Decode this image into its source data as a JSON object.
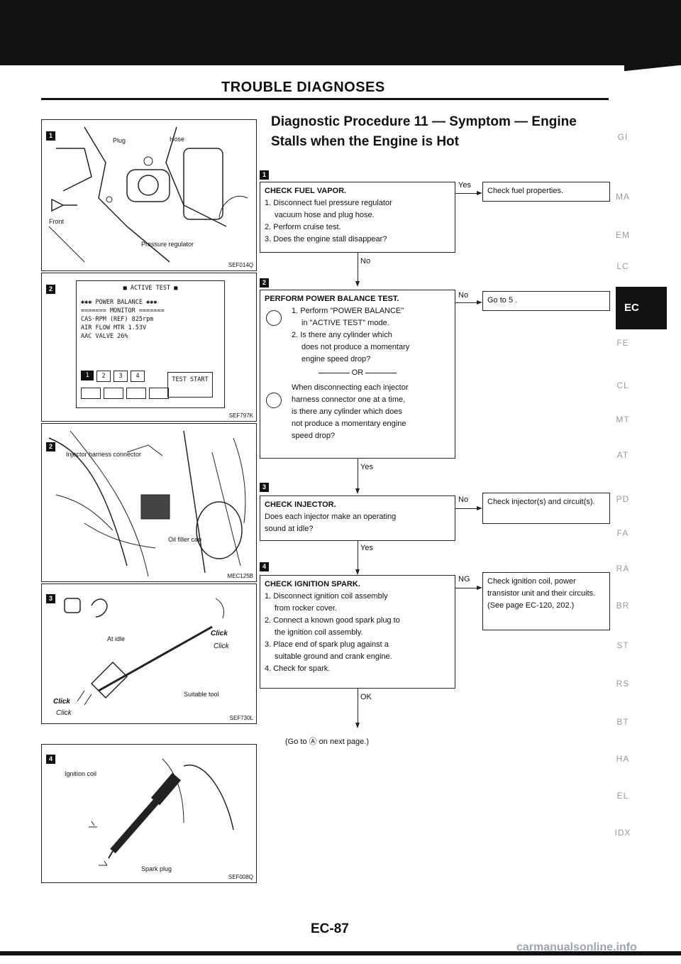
{
  "header": {
    "title": "TROUBLE DIAGNOSES"
  },
  "procedure": {
    "title": "Diagnostic Procedure 11 — Symptom — Engine Stalls when the Engine is Hot"
  },
  "figures": {
    "fig1": {
      "num": "1",
      "code": "SEF014Q",
      "labels": [
        "Plug",
        "Hose",
        "Front",
        "Pressure regulator"
      ]
    },
    "fig2": {
      "num": "2",
      "code": "SEF797K",
      "lines": [
        "■ ACTIVE TEST ■",
        "✱✱✱ POWER BALANCE ✱✱✱",
        "======= MONITOR =======",
        "CAS·RPM (REF)   825rpm",
        "AIR FLOW MTR   1.53V",
        "AAC VALVE      26%"
      ],
      "buttons": [
        "1",
        "2",
        "3",
        "4"
      ],
      "test_label": "TEST START"
    },
    "fig3": {
      "num": "2",
      "code": "MEC125B",
      "labels": [
        "Injector harness connector",
        "Oil filler cap"
      ]
    },
    "fig4": {
      "num": "3",
      "code": "SEF730L",
      "labels": [
        "At idle",
        "Suitable tool",
        "Click",
        "Click",
        "Click",
        "Click"
      ]
    },
    "fig5": {
      "num": "4",
      "code": "SEF008Q",
      "labels": [
        "Ignition coil",
        "Spark plug"
      ]
    }
  },
  "flow": {
    "step1": {
      "num": "1",
      "title": "CHECK FUEL VAPOR.",
      "lines": [
        "1. Disconnect fuel pressure regulator",
        "vacuum hose and plug hose.",
        "2. Perform cruise test.",
        "3. Does the engine stall disappear?"
      ],
      "yes_label": "Yes",
      "yes_result": "Check fuel properties.",
      "no_label": "No"
    },
    "step2": {
      "num": "2",
      "title": "PERFORM POWER BALANCE TEST.",
      "lines": [
        "1. Perform \"POWER BALANCE\"",
        "in \"ACTIVE TEST\" mode.",
        "2. Is there any cylinder which",
        "does not produce a momentary",
        "engine speed drop?"
      ],
      "or_label": "OR",
      "lines_b": [
        "When disconnecting each injector",
        "harness connector one at a time,",
        "is there any cylinder which does",
        "not produce a momentary engine",
        "speed drop?"
      ],
      "no_label": "No",
      "no_result": "Go to 5 .",
      "yes_label": "Yes"
    },
    "step3": {
      "num": "3",
      "title": "CHECK INJECTOR.",
      "lines": [
        "Does each injector make an operating",
        "sound at idle?"
      ],
      "no_label": "No",
      "no_result": "Check injector(s) and circuit(s).",
      "yes_label": "Yes"
    },
    "step4": {
      "num": "4",
      "title": "CHECK IGNITION SPARK.",
      "lines": [
        "1. Disconnect ignition coil assembly",
        "from rocker cover.",
        "2. Connect a known good spark plug to",
        "the ignition coil assembly.",
        "3. Place end of spark plug against a",
        "suitable ground and crank engine.",
        "4. Check for spark."
      ],
      "ng_label": "NG",
      "ng_result": "Check ignition coil, power transistor unit and their circuits. (See page EC-120, 202.)",
      "ok_label": "OK",
      "next": "(Go to Ⓐ on next page.)"
    }
  },
  "side_tabs": [
    "GI",
    "MA",
    "EM",
    "LC",
    "EC",
    "FE",
    "CL",
    "MT",
    "AT",
    "PD",
    "FA",
    "RA",
    "BR",
    "ST",
    "RS",
    "BT",
    "HA",
    "EL",
    "IDX"
  ],
  "footer": {
    "page": "EC-87"
  },
  "watermark": "carmanualsonline.info"
}
